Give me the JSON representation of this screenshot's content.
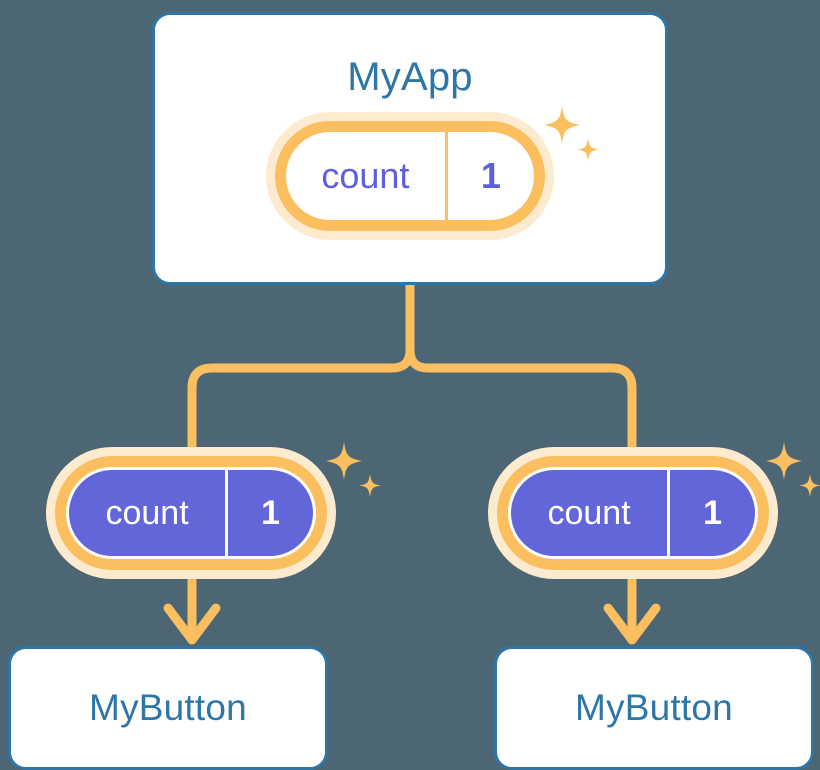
{
  "diagram": {
    "type": "component-state-propagation-tree",
    "background_color": "#4c6673",
    "accent_orange": "#fbbf60",
    "accent_orange_pale": "#fdebcf",
    "accent_blue": "#2e76a8",
    "accent_purple": "#6366d8",
    "state_text_purple": "#5b5fe0"
  },
  "root": {
    "title": "MyApp",
    "state": {
      "key": "count",
      "value": "1"
    },
    "sparkles": [
      "sparkle-large-icon",
      "sparkle-small-icon"
    ]
  },
  "children": [
    {
      "state": {
        "key": "count",
        "value": "1"
      },
      "button": {
        "label": "MyButton"
      },
      "sparkles": [
        "sparkle-large-icon",
        "sparkle-small-icon"
      ]
    },
    {
      "state": {
        "key": "count",
        "value": "1"
      },
      "button": {
        "label": "MyButton"
      },
      "sparkles": [
        "sparkle-large-icon",
        "sparkle-small-icon"
      ]
    }
  ],
  "connectors": {
    "trunk": "vertical-line-from-root",
    "branch": "horizontal-split-bar",
    "arrows": [
      "arrow-down-left",
      "arrow-down-right"
    ]
  }
}
